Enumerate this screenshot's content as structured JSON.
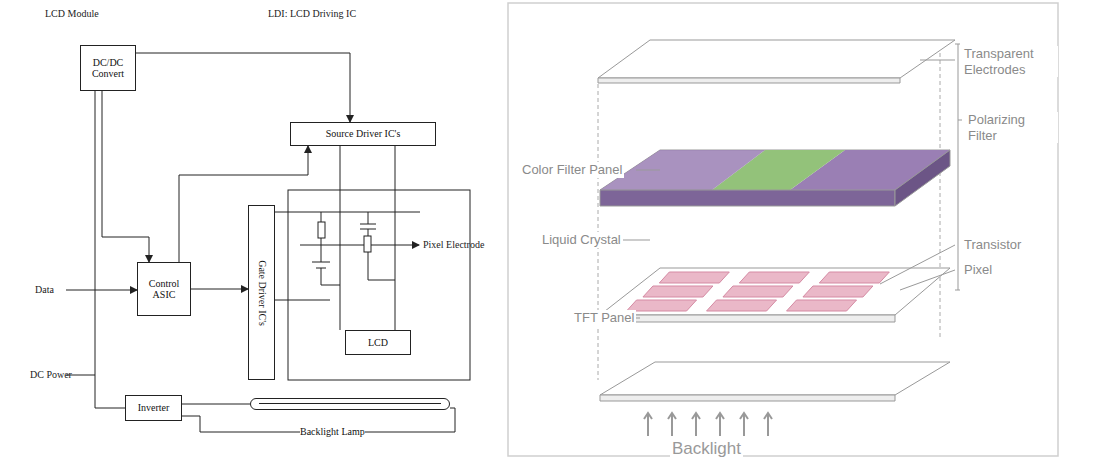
{
  "diagram": {
    "nodes": [
      {
        "text": [
          "DC/DC Convert"
        ]
      },
      {
        "text": [
          "Source Driver IC's"
        ]
      },
      {
        "text": [
          "Control ASIC"
        ]
      },
      {
        "text": [
          "Gate Driver IC's"
        ]
      },
      {
        "text": [
          "LCD"
        ]
      },
      {
        "text": [
          "Inverter"
        ]
      },
      {
        "text": [
          "Backlight Lamp"
        ]
      }
    ],
    "edges": [
      {
        "from": 0,
        "to": 1,
        "arrow": "to"
      },
      {
        "from": 0,
        "to": 2,
        "arrow": "to"
      },
      {
        "from": 2,
        "to": 1,
        "arrow": "to"
      },
      {
        "from": 2,
        "to": 3,
        "arrow": "to"
      },
      {
        "from": 5,
        "to": 6,
        "arrow": "none"
      }
    ],
    "labels": [
      "LCD Module",
      "LDI: LCD Driving IC",
      "Data",
      "DC Power",
      "Pixel Electrode",
      "Transparent Electrodes",
      "Polarizing Filter",
      "Color Filter Panel",
      "Liquid Crystal",
      "Transistor",
      "Pixel",
      "TFT Panel",
      "Backlight"
    ]
  }
}
